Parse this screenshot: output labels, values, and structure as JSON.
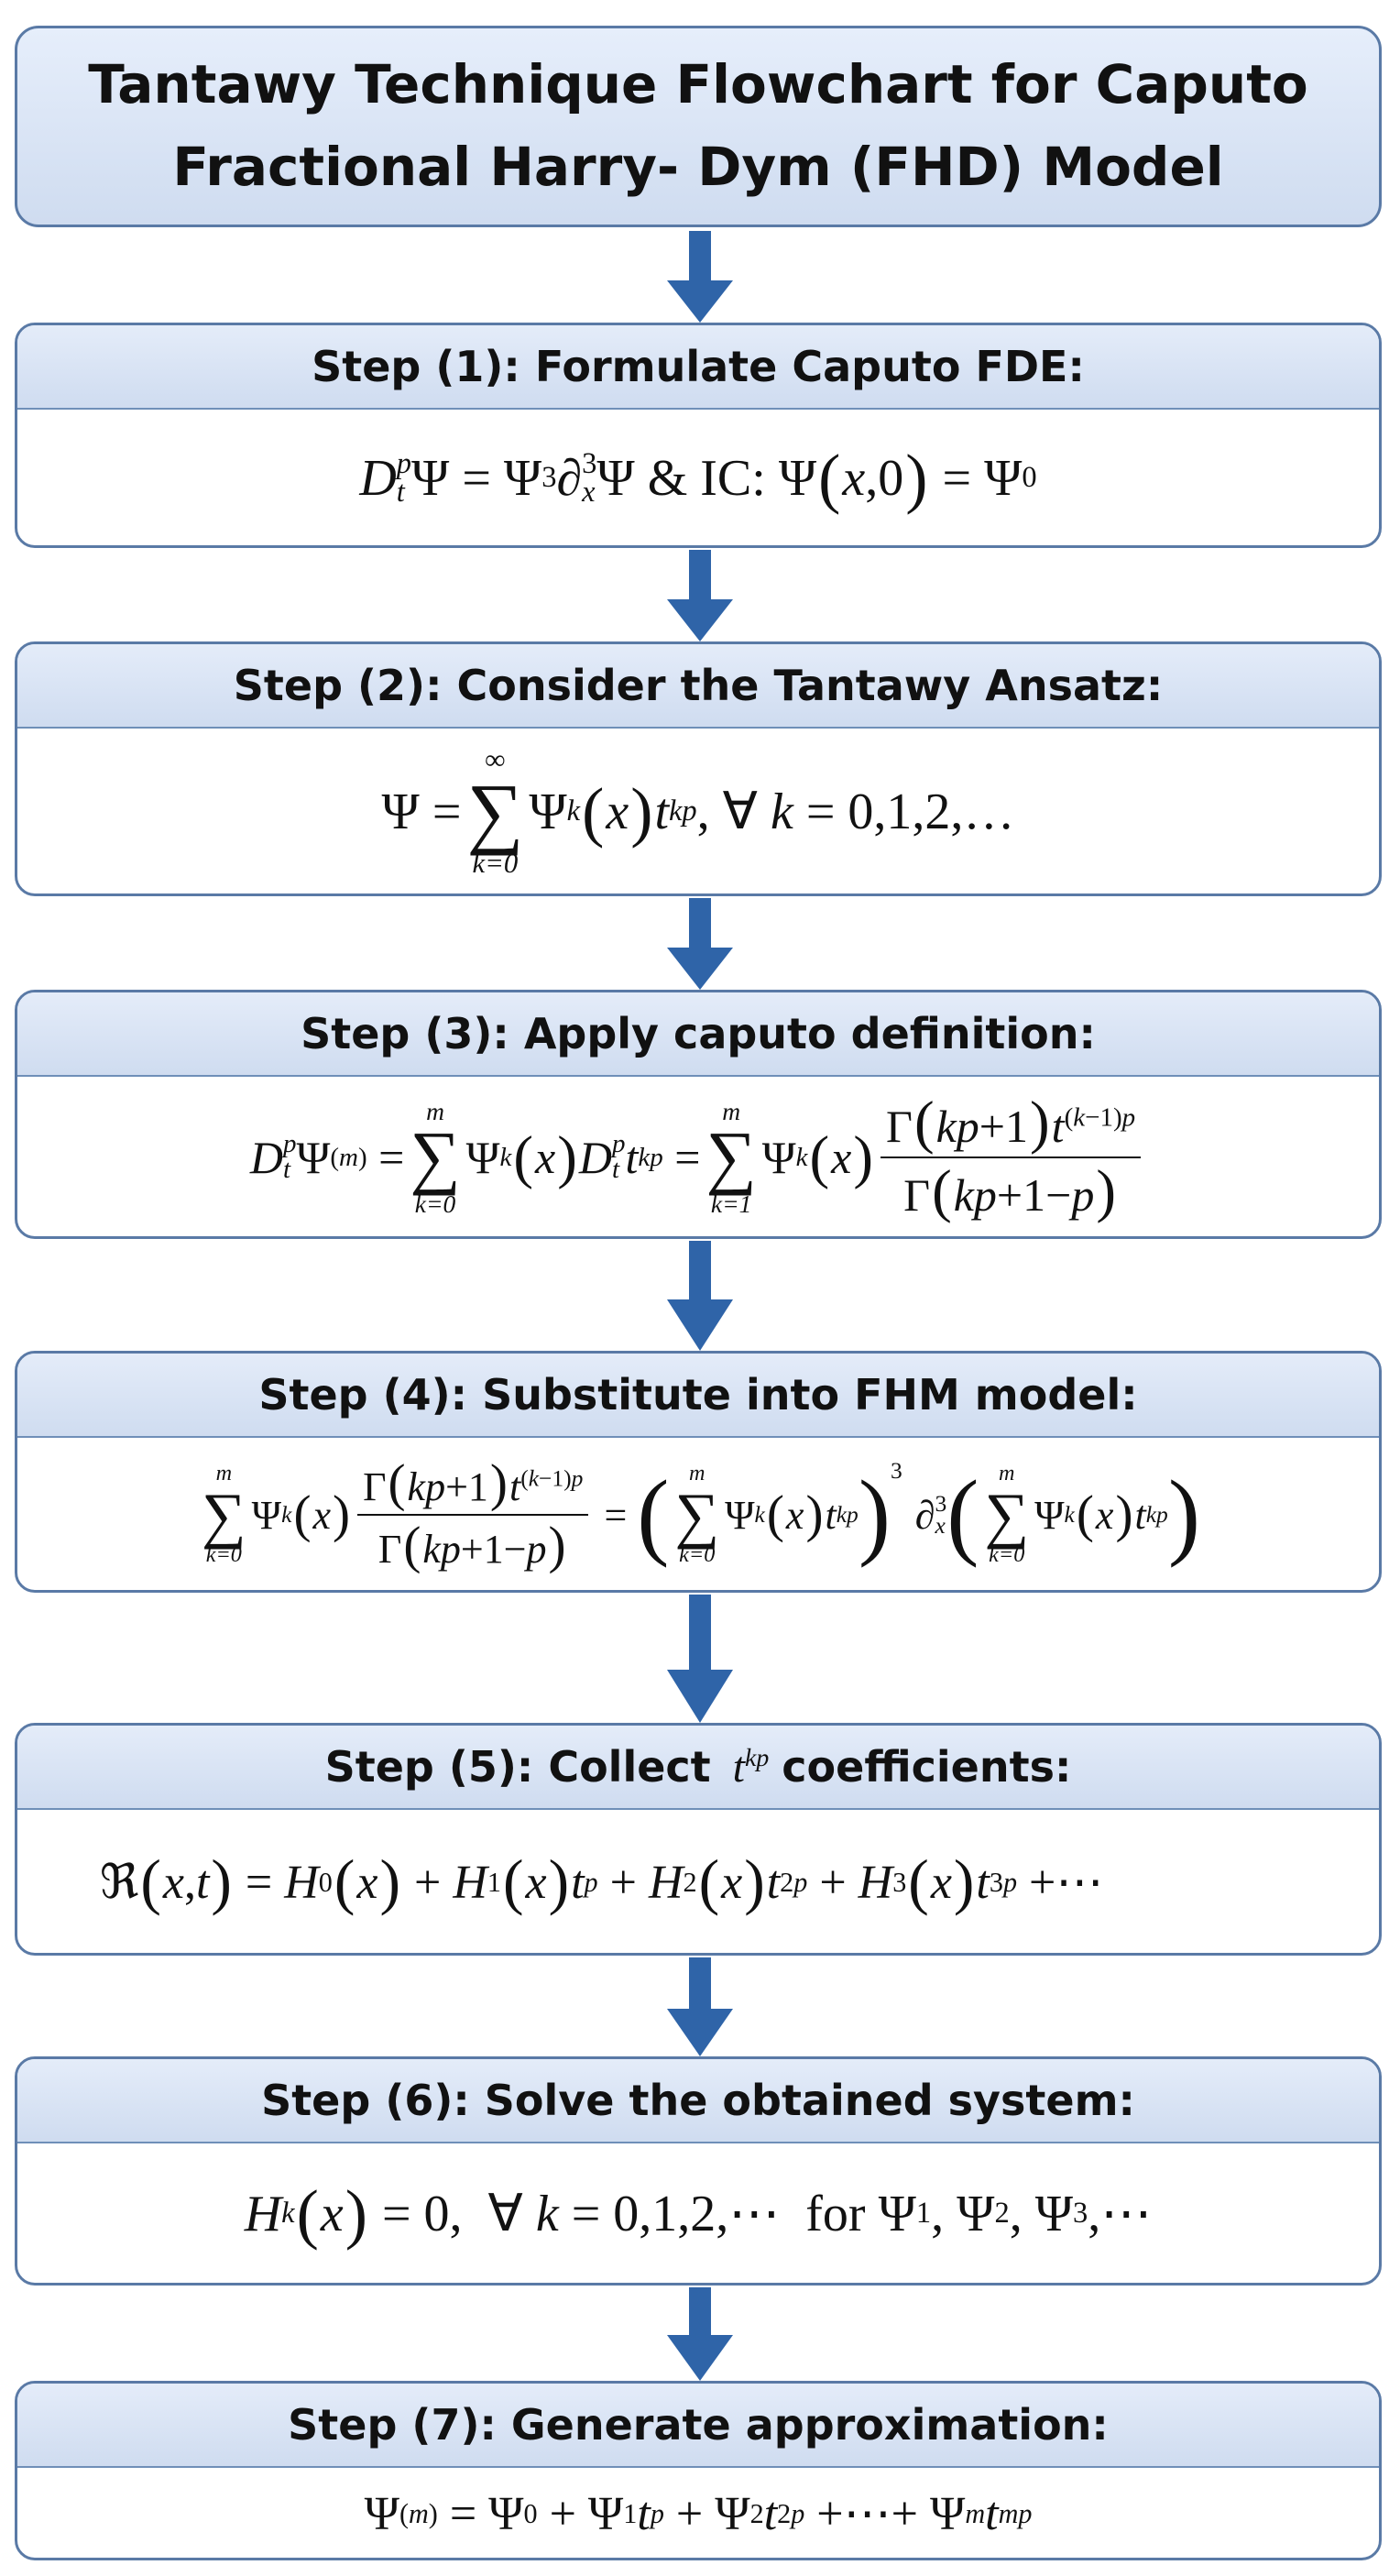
{
  "title": {
    "line1": "Tantawy Technique Flowchart for Caputo",
    "line2": "Fractional Harry- Dym (FHD) Model"
  },
  "steps": [
    {
      "label": "Step (1): Formulate Caputo FDE:"
    },
    {
      "label": "Step (2): Consider the Tantawy Ansatz:"
    },
    {
      "label": "Step (3): Apply caputo definition:"
    },
    {
      "label": "Step (4): Substitute into FHM model:"
    },
    {
      "label_before": "Step (5): Collect",
      "label_math": "t",
      "label_math_sup": "kp",
      "label_after": "coefficients:"
    },
    {
      "label": "Step (6): Solve the obtained system:"
    },
    {
      "label": "Step (7): Generate approximation:"
    }
  ],
  "colors": {
    "border": "#5a7aa6",
    "header_bg": "#d6e2f3",
    "arrow": "#2f64a8"
  },
  "icons": [
    "down-arrow-icon"
  ]
}
